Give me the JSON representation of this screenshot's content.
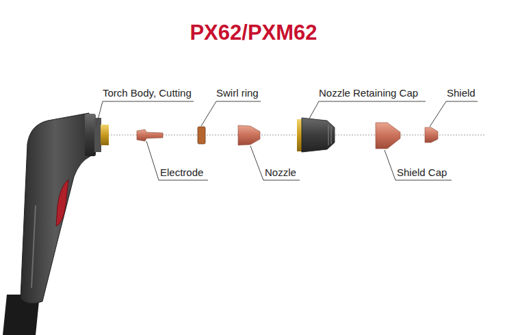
{
  "diagram": {
    "title": "PX62/PXM62",
    "labels": [
      "Torch Body, Cutting",
      "Swirl ring",
      "Nozzle Retaining Cap",
      "Shield",
      "Electrode",
      "Nozzle",
      "Shield Cap"
    ]
  }
}
